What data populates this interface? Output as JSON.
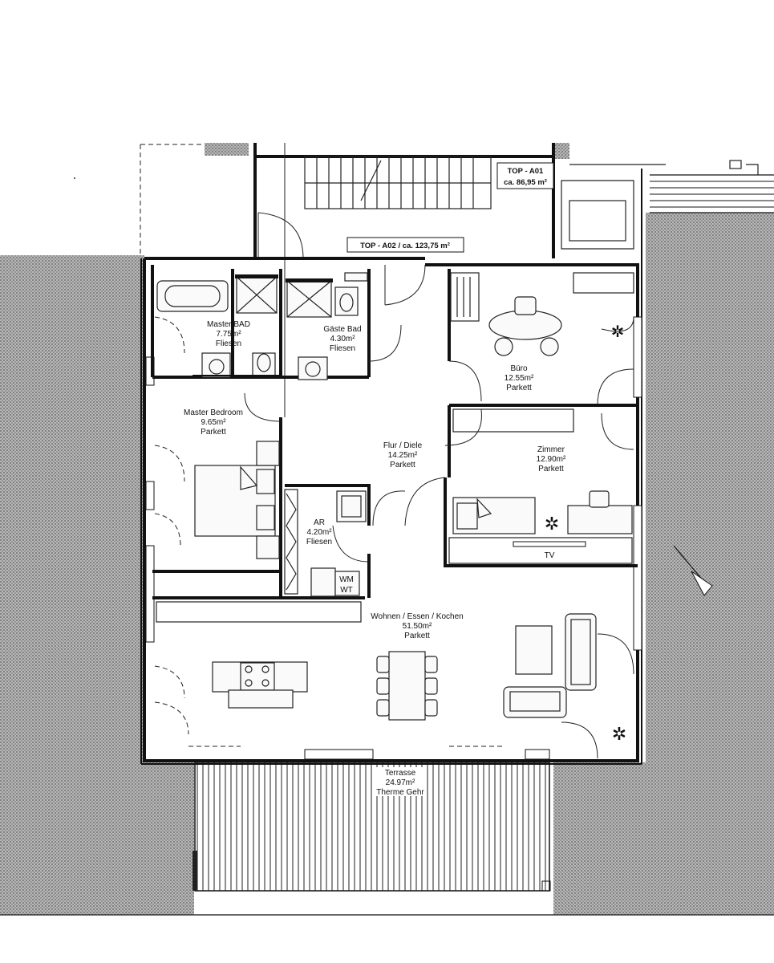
{
  "units": {
    "top_a01": {
      "name": "TOP - A01",
      "area": "ca. 86,95 m²"
    },
    "top_a02": {
      "name": "TOP - A02 / ca. 123,75 m²"
    }
  },
  "rooms": {
    "master_bad": {
      "name": "Master BAD",
      "area": "7.75m²",
      "floor": "Fliesen"
    },
    "gaeste_bad": {
      "name": "Gäste Bad",
      "area": "4.30m²",
      "floor": "Fliesen"
    },
    "buero": {
      "name": "Büro",
      "area": "12.55m²",
      "floor": "Parkett"
    },
    "master_bedroom": {
      "name": "Master Bedroom",
      "area": "9.65m²",
      "floor": "Parkett"
    },
    "flur": {
      "name": "Flur / Diele",
      "area": "14.25m²",
      "floor": "Parkett"
    },
    "zimmer": {
      "name": "Zimmer",
      "area": "12.90m²",
      "floor": "Parkett"
    },
    "ar": {
      "name": "AR",
      "area": "4.20m²",
      "floor": "Fliesen"
    },
    "wohnen": {
      "name": "Wohnen / Essen / Kochen",
      "area": "51.50m²",
      "floor": "Parkett"
    },
    "terrasse": {
      "name": "Terrasse",
      "area": "24.97m²",
      "floor": "Therme Gehr"
    }
  },
  "fixtures": {
    "tv": "TV",
    "wm": "WM",
    "wt": "WT"
  },
  "colors": {
    "hatch": "#8a8a8a",
    "wall": "#111111",
    "background": "#ffffff"
  }
}
